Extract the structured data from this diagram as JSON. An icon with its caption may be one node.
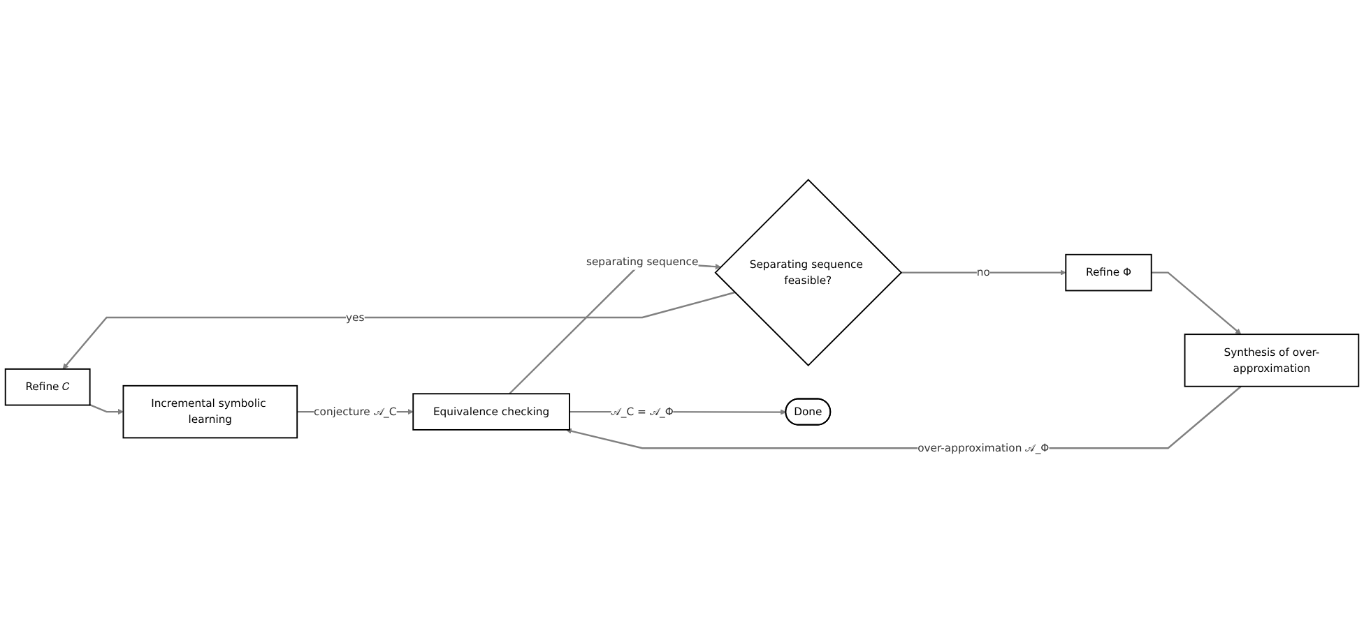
{
  "diagram": {
    "nodes": [
      {
        "text": [
          "Refine 𝐶"
        ]
      },
      {
        "text": [
          "Incremental symbolic learning"
        ]
      },
      {
        "text": [
          "Equivalence checking"
        ]
      },
      {
        "text": [
          "Separating sequence feasible?"
        ]
      },
      {
        "text": [
          "Synthesis of over-approximation"
        ]
      },
      {
        "text": [
          "Done"
        ]
      },
      {
        "text": [
          "Refine Φ"
        ]
      }
    ],
    "edges": [
      {
        "from": 0,
        "to": 1,
        "arrow": "to"
      },
      {
        "from": 1,
        "to": 2,
        "arrow": "to",
        "label": "conjecture 𝒜_C"
      },
      {
        "from": 4,
        "to": 2,
        "arrow": "to",
        "label": "over-approximation 𝒜_Φ"
      },
      {
        "from": 2,
        "to": 3,
        "arrow": "to",
        "label": "separating sequence"
      },
      {
        "from": 3,
        "to": 0,
        "arrow": "to",
        "label": "yes"
      },
      {
        "from": 2,
        "to": 5,
        "arrow": "to",
        "label": "𝒜_C = 𝒜_Φ"
      },
      {
        "from": 3,
        "to": 6,
        "arrow": "to",
        "label": "no"
      },
      {
        "from": 6,
        "to": 4,
        "arrow": "to"
      }
    ]
  }
}
